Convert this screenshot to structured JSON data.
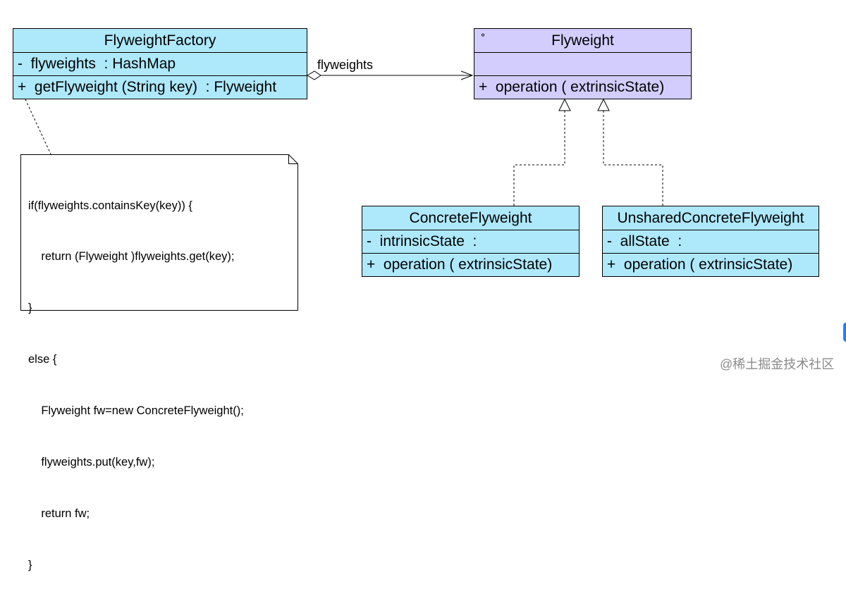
{
  "classes": {
    "flyweight_factory": {
      "name": "FlyweightFactory",
      "attribute": "-  flyweights  : HashMap",
      "operation": "+  getFlyweight (String key)  : Flyweight"
    },
    "flyweight": {
      "stereotype_icon": "interface-icon",
      "stereotype_glyph": "⚬",
      "name": "Flyweight",
      "attribute": "",
      "operation": "+  operation ( extrinsicState)"
    },
    "concrete_flyweight": {
      "name": "ConcreteFlyweight",
      "attribute": "-  intrinsicState  :",
      "operation": "+  operation ( extrinsicState)"
    },
    "unshared_concrete_flyweight": {
      "name": "UnsharedConcreteFlyweight",
      "attribute": "-  allState  :",
      "operation": "+  operation ( extrinsicState)"
    }
  },
  "association": {
    "label": "flyweights",
    "source": "FlyweightFactory",
    "target": "Flyweight",
    "kind": "aggregation"
  },
  "realizations": [
    {
      "source": "ConcreteFlyweight",
      "target": "Flyweight"
    },
    {
      "source": "UnsharedConcreteFlyweight",
      "target": "Flyweight"
    }
  ],
  "note": {
    "attached_to": "FlyweightFactory.getFlyweight",
    "lines": [
      "if(flyweights.containsKey(key)) {",
      "    return (Flyweight )flyweights.get(key);",
      "}",
      "else {",
      "    Flyweight fw=new ConcreteFlyweight();",
      "    flyweights.put(key,fw);",
      "    return fw;",
      "}"
    ]
  },
  "watermark": "@稀土掘金技术社区",
  "colors": {
    "class_fill": "#aee8fb",
    "interface_fill": "#d2cdfc",
    "line": "#000000",
    "watermark": "#8a8a8a",
    "corner_accent": "#1e80ff"
  }
}
